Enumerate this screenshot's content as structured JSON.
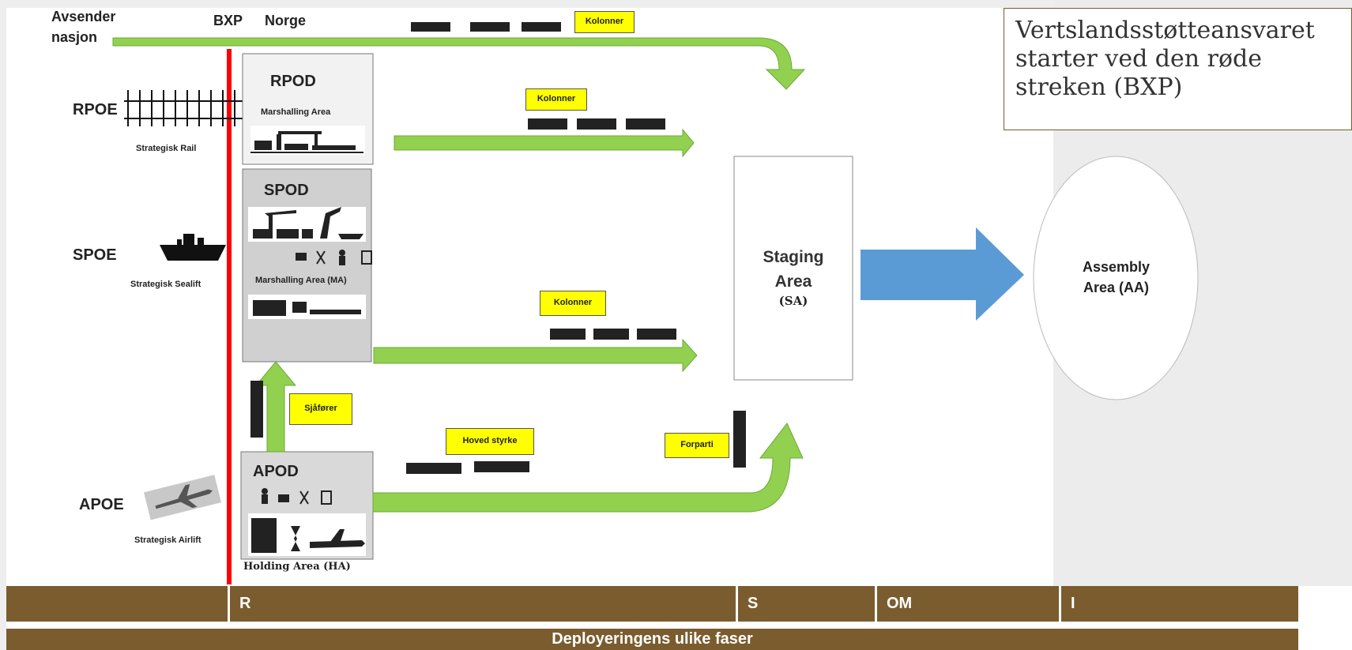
{
  "top": {
    "sender_nation": "Avsender nasjon",
    "bxp": "BXP",
    "norway": "Norge"
  },
  "rail": {
    "rpoe": "RPOE",
    "strategic": "Strategisk Rail",
    "rpod_title": "RPOD",
    "rpod_area": "Marshalling Area"
  },
  "sea": {
    "spoe": "SPOE",
    "strategic": "Strategisk Sealift",
    "spod_title": "SPOD",
    "spod_area": "Marshalling Area (MA)"
  },
  "air": {
    "apoe": "APOE",
    "strategic": "Strategisk Airlift",
    "apod_title": "APOD",
    "holding": "Holding Area (HA)"
  },
  "tags": {
    "kolonner_top": "Kolonner",
    "kolonner_rail": "Kolonner",
    "kolonner_sea": "Kolonner",
    "drivers": "Sjåfører",
    "main_force": "Hoved styrke",
    "advance": "Forparti"
  },
  "staging": {
    "title": "Staging Area",
    "abbr": "(SA)"
  },
  "assembly": {
    "title": "Assembly Area (AA)"
  },
  "note": "Vertslandsstøtteansvaret starter ved den røde streken (BXP)",
  "phases": {
    "r": "R",
    "s": "S",
    "om": "OM",
    "i": "I",
    "caption": "Deployeringens ulike faser"
  },
  "colors": {
    "arrow_green": "#92d050",
    "arrow_blue": "#5b9bd5",
    "bxp_line": "#ff0000",
    "phase_brown": "#7a5c2e",
    "tag_yellow": "#ffff00",
    "box_grey": "#d0d0d0"
  }
}
